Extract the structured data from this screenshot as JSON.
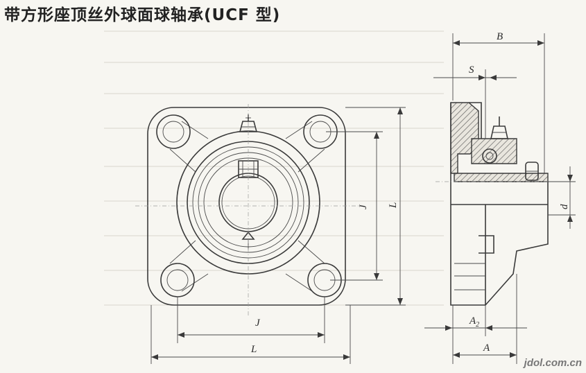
{
  "title": "带方形座顶丝外球面球轴承(UCF  型)",
  "watermark": "jdol.com.cn",
  "dimensions": {
    "B": "B",
    "S": "S",
    "d": "d",
    "J_vertical": "J",
    "L_vertical": "L",
    "J_horizontal": "J",
    "L_horizontal": "L",
    "A2_main": "A",
    "A2_sub": "2",
    "A": "A"
  },
  "colors": {
    "paper": "#f7f6f1",
    "line": "#3a3a3a",
    "hatch": "#5a5a5a"
  }
}
